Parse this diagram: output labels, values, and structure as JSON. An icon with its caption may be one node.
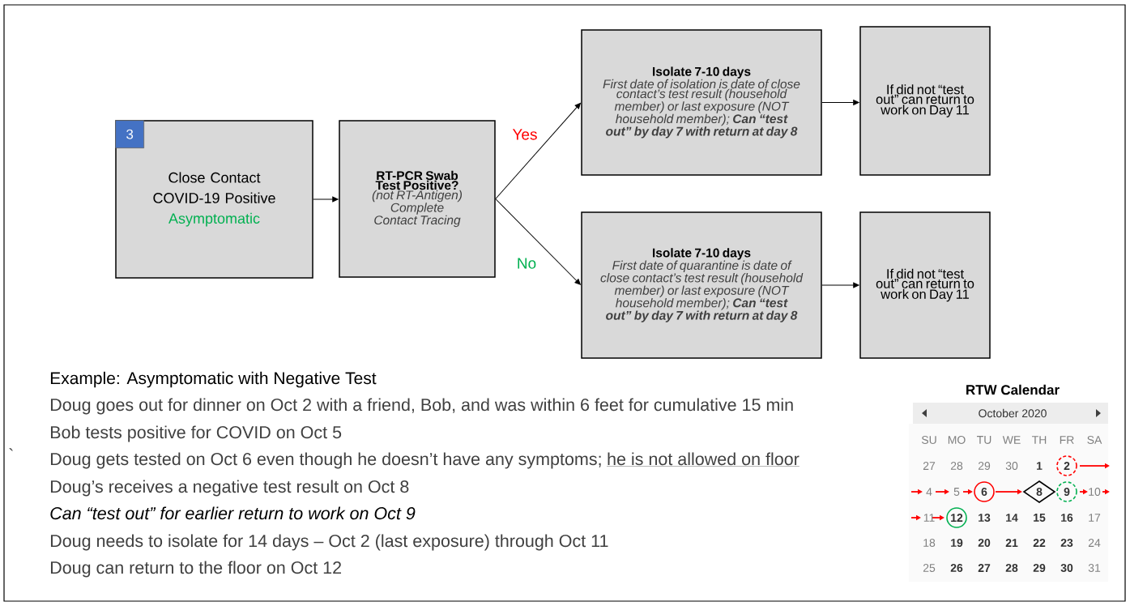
{
  "diagram": {
    "nodes": [
      {
        "text": [
          "Close Contact COVID-19 Positive",
          "Asymptomatic"
        ]
      },
      {
        "text": [
          "3"
        ],
        "in": 0
      },
      {
        "text": [
          "RT-PCR Swab Test Positive?",
          "(not RT-Antigen) Complete Contact Tracing"
        ]
      },
      {
        "text": [
          "Isolate 7-10 days",
          "First date of isolation is date of close contact’s test result (household member) or last exposure (NOT household member); **Can “test out” by day 7 with return at day 8**"
        ]
      },
      {
        "text": [
          "If did not “test out” can return to work on Day 11"
        ]
      },
      {
        "text": [
          "Isolate 7-10 days",
          "First date of quarantine is date of close contact’s test result (household member) or last exposure (NOT household member); **Can “test out” by day 7 with return at day 8**"
        ]
      },
      {
        "text": [
          "If did not “test out” can return to work on Day 11"
        ]
      }
    ],
    "edges": [
      {
        "from": 0,
        "to": 2,
        "arrow": "to"
      },
      {
        "from": 2,
        "to": 3,
        "arrow": "to",
        "label": "Yes"
      },
      {
        "from": 2,
        "to": 5,
        "arrow": "to",
        "label": "No"
      },
      {
        "from": 3,
        "to": 4,
        "arrow": "to"
      },
      {
        "from": 5,
        "to": 6,
        "arrow": "to"
      }
    ],
    "labels": [
      "Example: Asymptomatic with Negative Test",
      "Doug goes out for dinner on Oct 2 with a friend, Bob, and was within 6 feet for cumulative 15 min",
      "Bob tests positive for COVID on Oct 5",
      "`",
      "Doug gets tested on Oct 6 even though he doesn’t have any symptoms;",
      "he is not allowed on floor",
      "Doug’s receives a negative test result on Oct 8",
      "Can “test out” for earlier return to work on Oct 9",
      "Doug needs to isolate for 14 days – Oct 2 (last exposure) through Oct 11",
      "Doug can return to the floor on Oct 12",
      "RTW Calendar",
      "October 2020",
      "SU",
      "MO",
      "TU",
      "WE",
      "TH",
      "FR",
      "SA",
      "27",
      "28",
      "29",
      "30",
      "1",
      "2",
      "4",
      "5",
      "6",
      "8",
      "9",
      "10",
      "11",
      "12",
      "13",
      "14",
      "15",
      "16",
      "17",
      "18",
      "19",
      "20",
      "21",
      "22",
      "23",
      "24",
      "25",
      "26",
      "27",
      "28",
      "29",
      "30",
      "31"
    ]
  }
}
